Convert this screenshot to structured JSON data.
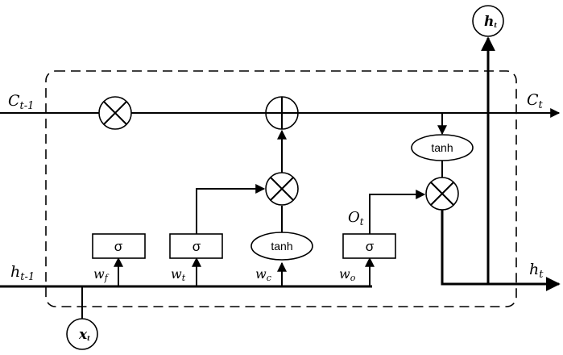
{
  "cell_state": {
    "input_label": {
      "main": "C",
      "sub": "t-1"
    },
    "output_label": {
      "main": "C",
      "sub": "t"
    }
  },
  "hidden_state": {
    "input_label": {
      "main": "h",
      "sub": "t-1"
    },
    "output_label": {
      "main": "h",
      "sub": "t"
    }
  },
  "io_nodes": {
    "input": {
      "main": "x",
      "sub": "t"
    },
    "output": {
      "main": "h",
      "sub": "t"
    }
  },
  "gates": [
    {
      "symbol": "σ",
      "weight": {
        "main": "w",
        "sub": "f"
      }
    },
    {
      "symbol": "σ",
      "weight": {
        "main": "w",
        "sub": "t"
      }
    },
    {
      "symbol": "tanh",
      "weight": {
        "main": "w",
        "sub": "c"
      }
    },
    {
      "symbol": "σ",
      "weight": {
        "main": "w",
        "sub": "o"
      }
    }
  ],
  "output_tanh": {
    "symbol": "tanh"
  },
  "output_gate_label": {
    "main": "O",
    "sub": "t"
  },
  "operators": {
    "forget_multiply": "multiply",
    "cell_add": "add",
    "input_multiply": "multiply",
    "output_multiply": "multiply"
  }
}
